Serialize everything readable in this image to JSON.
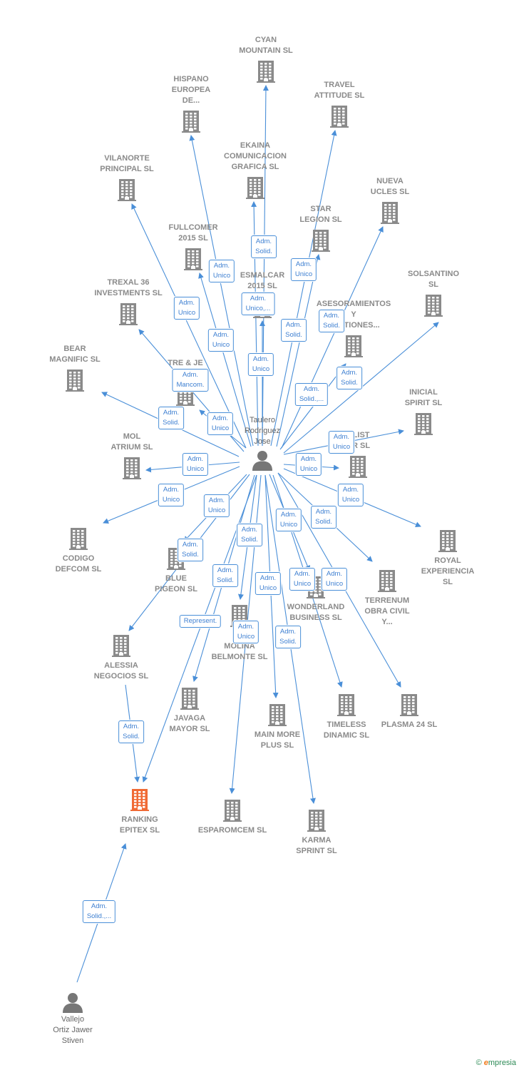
{
  "colors": {
    "edge": "#4a8fd8",
    "company": "#8a8a8a",
    "focus": "#f06a35",
    "person": "#777777",
    "label": "#3d7fd1"
  },
  "brand": {
    "symbol": "©",
    "e": "e",
    "rest": "mpresia"
  },
  "persons": [
    {
      "id": "taulero",
      "label": "Taulero\nRodriguez\nJose"
    },
    {
      "id": "vallejo",
      "label": "Vallejo\nOrtiz Jawer\nStiven"
    }
  ],
  "companies": [
    {
      "id": "cyan",
      "label": "CYAN\nMOUNTAIN SL"
    },
    {
      "id": "hispano",
      "label": "HISPANO\nEUROPEA\nDE..."
    },
    {
      "id": "travel",
      "label": "TRAVEL\nATTITUDE SL"
    },
    {
      "id": "ekaina",
      "label": "EKAINA\nCOMUNICACION\nGRAFICA SL"
    },
    {
      "id": "vilanorte",
      "label": "VILANORTE\nPRINCIPAL SL"
    },
    {
      "id": "nueva",
      "label": "NUEVA\nUCLES SL"
    },
    {
      "id": "star",
      "label": "STAR\nLEGION SL"
    },
    {
      "id": "fullcomer",
      "label": "FULLCOMER\n2015 SL"
    },
    {
      "id": "esmalcar",
      "label": "ESMALCAR\n2015 SL"
    },
    {
      "id": "solsantino",
      "label": "SOLSANTINO\nSL"
    },
    {
      "id": "trexal",
      "label": "TREXAL 36\nINVESTMENTS SL"
    },
    {
      "id": "asesor",
      "label": "ASESORAMIENTOS\nY\nGESTIONES..."
    },
    {
      "id": "bear",
      "label": "BEAR\nMAGNIFIC SL"
    },
    {
      "id": "trejecan",
      "label": "TRE & JE\nCAN..."
    },
    {
      "id": "inicial",
      "label": "INICIAL\nSPIRIT SL"
    },
    {
      "id": "mol",
      "label": "MOL\nATRIUM SL"
    },
    {
      "id": "vlist",
      "label": "...LIST\n...R SL"
    },
    {
      "id": "codigo",
      "label": "CODIGO\nDEFCOM SL"
    },
    {
      "id": "royal",
      "label": "ROYAL\nEXPERIENCIA\nSL"
    },
    {
      "id": "blue",
      "label": "BLUE\nPIGEON SL"
    },
    {
      "id": "terrenum",
      "label": "TERRENUM\nOBRA CIVIL\nY..."
    },
    {
      "id": "wonderland",
      "label": "WONDERLAND\nBUSINESS SL"
    },
    {
      "id": "molina",
      "label": "J...\nMOLINA\nBELMONTE SL"
    },
    {
      "id": "alessia",
      "label": "ALESSIA\nNEGOCIOS SL"
    },
    {
      "id": "javaga",
      "label": "JAVAGA\nMAYOR SL"
    },
    {
      "id": "mainmore",
      "label": "MAIN MORE\nPLUS SL"
    },
    {
      "id": "timeless",
      "label": "TIMELESS\nDINAMIC SL"
    },
    {
      "id": "plasma",
      "label": "PLASMA 24 SL"
    },
    {
      "id": "ranking",
      "label": "RANKING\nEPITEX SL",
      "focus": true
    },
    {
      "id": "esparomcem",
      "label": "ESPAROMCEM SL"
    },
    {
      "id": "karma",
      "label": "KARMA\nSPRINT SL"
    }
  ],
  "edges": [
    {
      "from": "taulero",
      "to": "cyan",
      "label": "Adm.\nSolid."
    },
    {
      "from": "taulero",
      "to": "hispano",
      "label": "Adm.\nUnico"
    },
    {
      "from": "taulero",
      "to": "travel",
      "label": "Adm.\nUnico"
    },
    {
      "from": "taulero",
      "to": "ekaina",
      "label": "Adm.\nUnico,..."
    },
    {
      "from": "taulero",
      "to": "vilanorte",
      "label": "Adm.\nUnico"
    },
    {
      "from": "taulero",
      "to": "nueva",
      "label": "Adm.\nSolid."
    },
    {
      "from": "taulero",
      "to": "star",
      "label": "Adm.\nSolid."
    },
    {
      "from": "taulero",
      "to": "fullcomer",
      "label": "Adm.\nUnico"
    },
    {
      "from": "taulero",
      "to": "esmalcar",
      "label": "Adm.\nUnico"
    },
    {
      "from": "taulero",
      "to": "solsantino",
      "label": "Adm.\nSolid."
    },
    {
      "from": "taulero",
      "to": "trexal",
      "label": "Adm.\nMancom."
    },
    {
      "from": "taulero",
      "to": "asesor",
      "label": "Adm.\nSolid.,..."
    },
    {
      "from": "taulero",
      "to": "bear",
      "label": "Adm.\nSolid."
    },
    {
      "from": "taulero",
      "to": "trejecan",
      "label": "Adm.\nUnico"
    },
    {
      "from": "taulero",
      "to": "inicial",
      "label": "Adm.\nUnico"
    },
    {
      "from": "taulero",
      "to": "mol",
      "label": "Adm.\nUnico"
    },
    {
      "from": "taulero",
      "to": "vlist",
      "label": "Adm.\nUnico"
    },
    {
      "from": "taulero",
      "to": "codigo",
      "label": "Adm.\nUnico"
    },
    {
      "from": "taulero",
      "to": "royal",
      "label": "Adm.\nUnico"
    },
    {
      "from": "taulero",
      "to": "blue",
      "label": "Adm.\nUnico"
    },
    {
      "from": "taulero",
      "to": "terrenum",
      "label": "Adm.\nSolid."
    },
    {
      "from": "taulero",
      "to": "wonderland",
      "label": "Adm.\nUnico"
    },
    {
      "from": "taulero",
      "to": "molina",
      "label": "Adm.\nSolid."
    },
    {
      "from": "taulero",
      "to": "alessia",
      "label": "Adm.\nSolid."
    },
    {
      "from": "taulero",
      "to": "javaga",
      "label": "Adm.\nSolid."
    },
    {
      "from": "taulero",
      "to": "mainmore",
      "label": "Adm.\nUnico"
    },
    {
      "from": "taulero",
      "to": "timeless",
      "label": "Adm.\nUnico"
    },
    {
      "from": "taulero",
      "to": "plasma",
      "label": "Adm.\nUnico"
    },
    {
      "from": "taulero",
      "to": "ranking",
      "label": "Represent."
    },
    {
      "from": "taulero",
      "to": "esparomcem",
      "label": "Adm.\nUnico"
    },
    {
      "from": "taulero",
      "to": "karma",
      "label": "Adm.\nSolid."
    },
    {
      "from": "alessia",
      "to": "ranking",
      "label": "Adm.\nSolid."
    },
    {
      "from": "vallejo",
      "to": "ranking",
      "label": "Adm.\nSolid.,..."
    }
  ]
}
